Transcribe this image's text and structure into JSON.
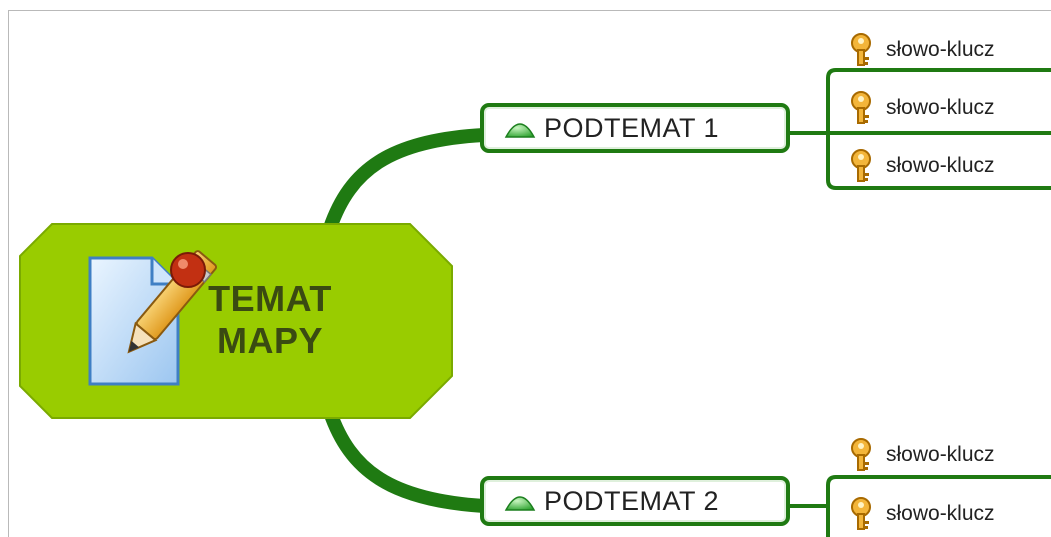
{
  "root": {
    "line1": "TEMAT",
    "line2": "MAPY",
    "icon": "document-pencil-icon"
  },
  "subtopics": [
    {
      "label": "PODTEMAT 1",
      "icon": "green-triangle-icon",
      "keywords": [
        "słowo-klucz",
        "słowo-klucz",
        "słowo-klucz"
      ]
    },
    {
      "label": "PODTEMAT 2",
      "icon": "green-triangle-icon",
      "keywords": [
        "słowo-klucz",
        "słowo-klucz"
      ]
    }
  ],
  "colors": {
    "root_fill": "#99cc00",
    "branch": "#1f7a12",
    "root_text": "#3a4a12"
  }
}
